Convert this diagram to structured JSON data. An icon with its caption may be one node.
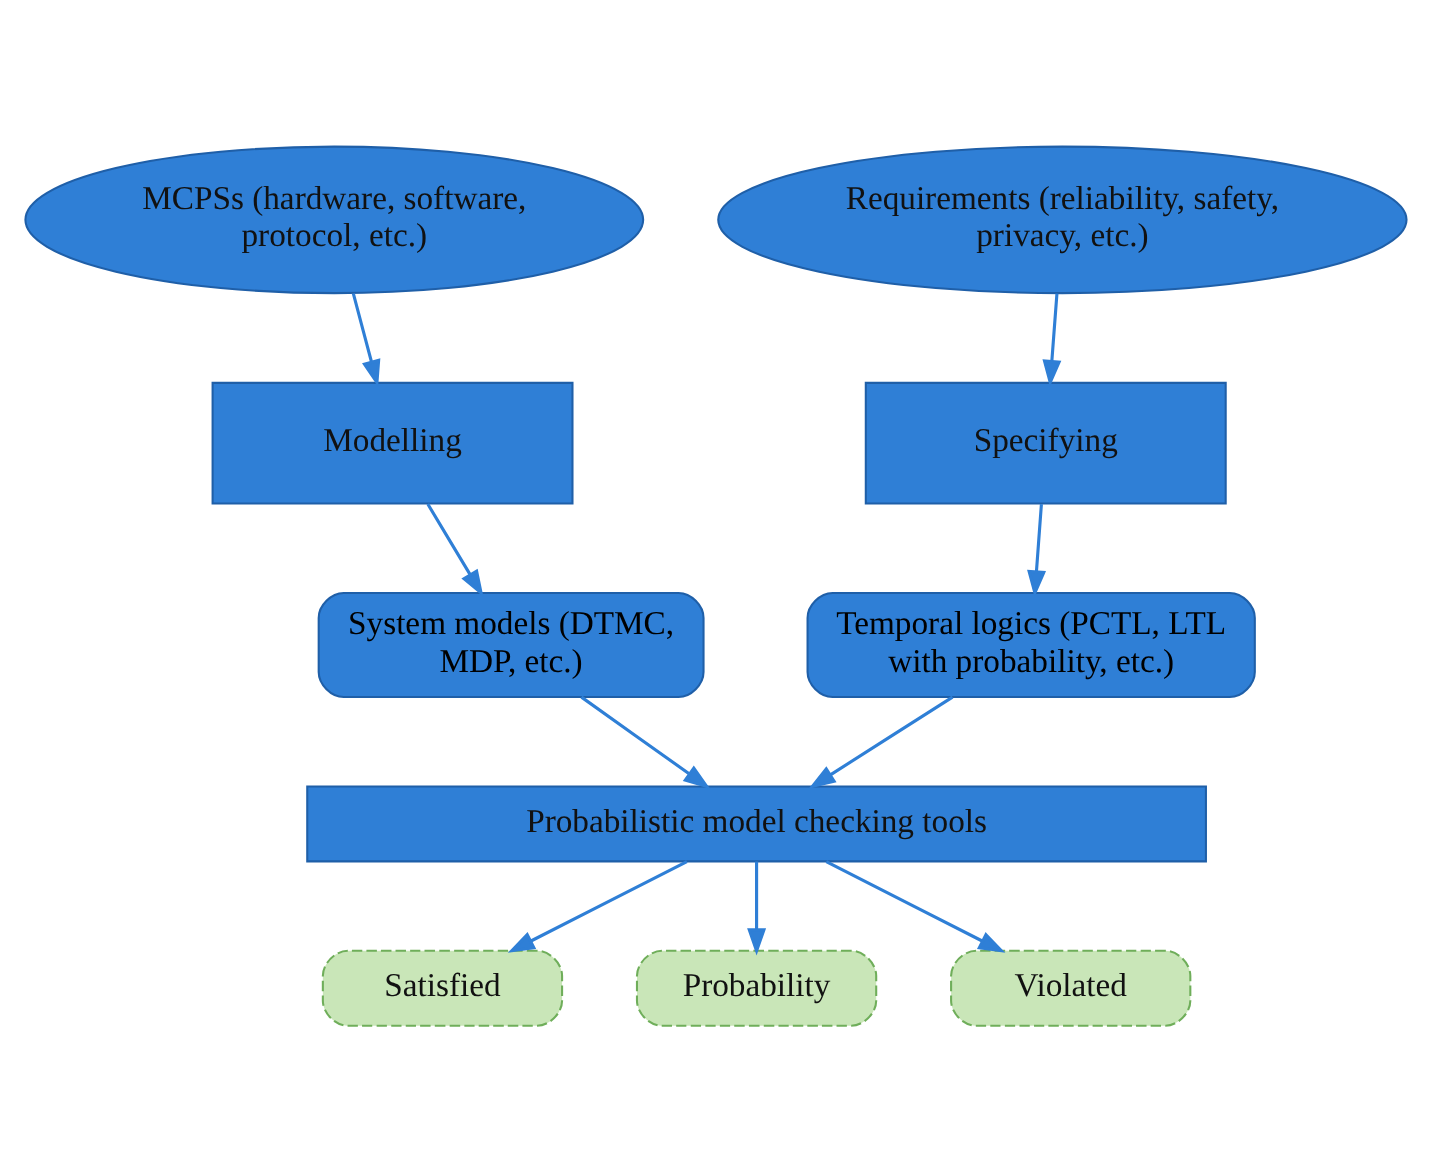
{
  "diagram": {
    "nodes": [
      {
        "text": [
          "MCPSs (hardware, software, protocol, etc.)"
        ]
      },
      {
        "text": [
          "Requirements (reliability, safety, privacy, etc.)"
        ]
      },
      {
        "text": [
          "Modelling"
        ]
      },
      {
        "text": [
          "Specifying"
        ]
      },
      {
        "text": [
          "System models (DTMC, MDP, etc.)"
        ]
      },
      {
        "text": [
          "Temporal logics (PCTL, LTL with probability, etc.)"
        ]
      },
      {
        "text": [
          "Probabilistic model checking tools"
        ]
      },
      {
        "text": [
          "Satisfied"
        ]
      },
      {
        "text": [
          "Probability"
        ]
      },
      {
        "text": [
          "Violated"
        ]
      }
    ],
    "edges": [
      {
        "from": 0,
        "to": 2,
        "arrow": "to"
      },
      {
        "from": 1,
        "to": 3,
        "arrow": "to"
      },
      {
        "from": 2,
        "to": 4,
        "arrow": "to"
      },
      {
        "from": 3,
        "to": 5,
        "arrow": "to"
      },
      {
        "from": 4,
        "to": 6,
        "arrow": "to"
      },
      {
        "from": 5,
        "to": 6,
        "arrow": "to"
      },
      {
        "from": 6,
        "to": 7,
        "arrow": "to"
      },
      {
        "from": 6,
        "to": 8,
        "arrow": "to"
      },
      {
        "from": 6,
        "to": 9,
        "arrow": "to"
      }
    ]
  }
}
